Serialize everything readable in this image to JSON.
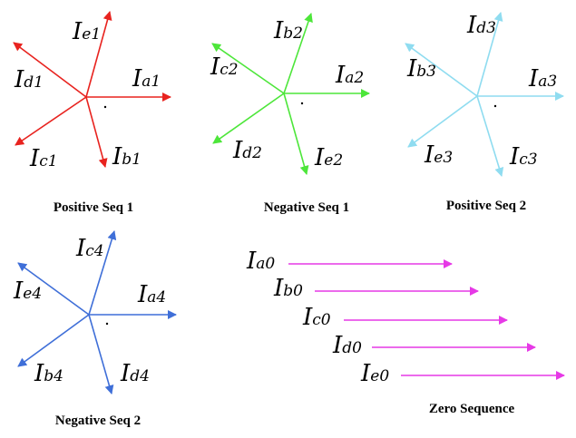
{
  "colors": {
    "pos1": "#e8231f",
    "neg1": "#4de63a",
    "pos2": "#8fdcf0",
    "neg2": "#3f6fd8",
    "zero": "#e639e6",
    "text": "#000000"
  },
  "diagrams": [
    {
      "id": "pos1",
      "caption": "Positive Seq 1",
      "phasors": [
        {
          "main": "I",
          "sub": "a1"
        },
        {
          "main": "I",
          "sub": "b1"
        },
        {
          "main": "I",
          "sub": "c1"
        },
        {
          "main": "I",
          "sub": "d1"
        },
        {
          "main": "I",
          "sub": "e1"
        }
      ]
    },
    {
      "id": "neg1",
      "caption": "Negative Seq 1",
      "phasors": [
        {
          "main": "I",
          "sub": "a2"
        },
        {
          "main": "I",
          "sub": "b2"
        },
        {
          "main": "I",
          "sub": "c2"
        },
        {
          "main": "I",
          "sub": "d2"
        },
        {
          "main": "I",
          "sub": "e2"
        }
      ]
    },
    {
      "id": "pos2",
      "caption": "Positive Seq 2",
      "phasors": [
        {
          "main": "I",
          "sub": "a3"
        },
        {
          "main": "I",
          "sub": "b3"
        },
        {
          "main": "I",
          "sub": "c3"
        },
        {
          "main": "I",
          "sub": "d3"
        },
        {
          "main": "I",
          "sub": "e3"
        }
      ]
    },
    {
      "id": "neg2",
      "caption": "Negative Seq 2",
      "phasors": [
        {
          "main": "I",
          "sub": "a4"
        },
        {
          "main": "I",
          "sub": "b4"
        },
        {
          "main": "I",
          "sub": "c4"
        },
        {
          "main": "I",
          "sub": "d4"
        },
        {
          "main": "I",
          "sub": "e4"
        }
      ]
    },
    {
      "id": "zero",
      "caption": "Zero Sequence",
      "phasors": [
        {
          "main": "I",
          "sub": "a0"
        },
        {
          "main": "I",
          "sub": "b0"
        },
        {
          "main": "I",
          "sub": "c0"
        },
        {
          "main": "I",
          "sub": "d0"
        },
        {
          "main": "I",
          "sub": "e0"
        }
      ]
    }
  ]
}
